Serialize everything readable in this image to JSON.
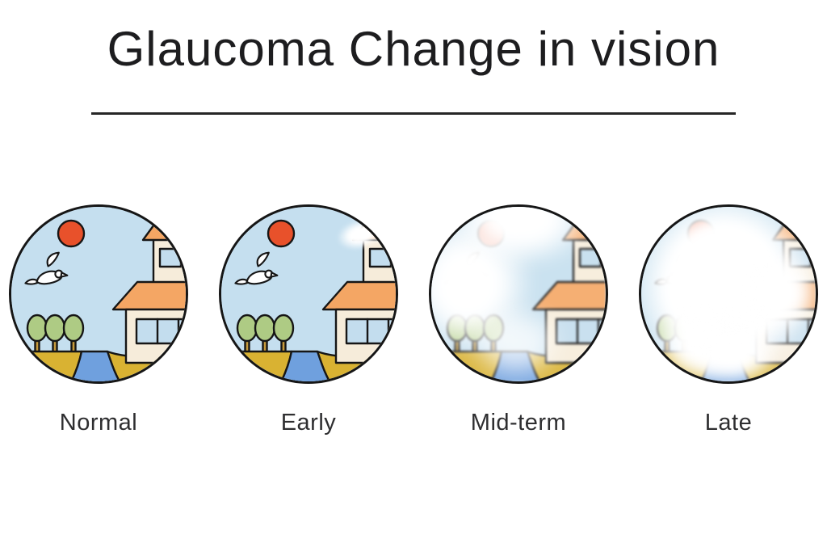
{
  "title": "Glaucoma Change in vision",
  "stages": [
    {
      "label": "Normal",
      "fog": "none"
    },
    {
      "label": "Early",
      "fog": "small blind spot, upper right"
    },
    {
      "label": "Mid-term",
      "fog": "large hazy patches over left and top"
    },
    {
      "label": "Late",
      "fog": "central vision almost fully obscured, only edges visible"
    }
  ],
  "scene_elements": [
    "sun",
    "bird",
    "house",
    "trees",
    "river",
    "grass"
  ],
  "palette": {
    "bg": "#ffffff",
    "title_color": "#1d1d1f",
    "rule_color": "#262626",
    "label_color": "#2e2e30",
    "outline": "#161616",
    "sky": "#c5dfef",
    "sun": "#e8512b",
    "roof": "#f4a664",
    "wall": "#f6ecda",
    "window": "#c3ddee",
    "tree_green": "#aecb84",
    "trunk": "#c89b3c",
    "ground": "#d9b232",
    "river": "#6fa0de",
    "bird_white": "#ffffff",
    "fog": "#ffffff"
  }
}
